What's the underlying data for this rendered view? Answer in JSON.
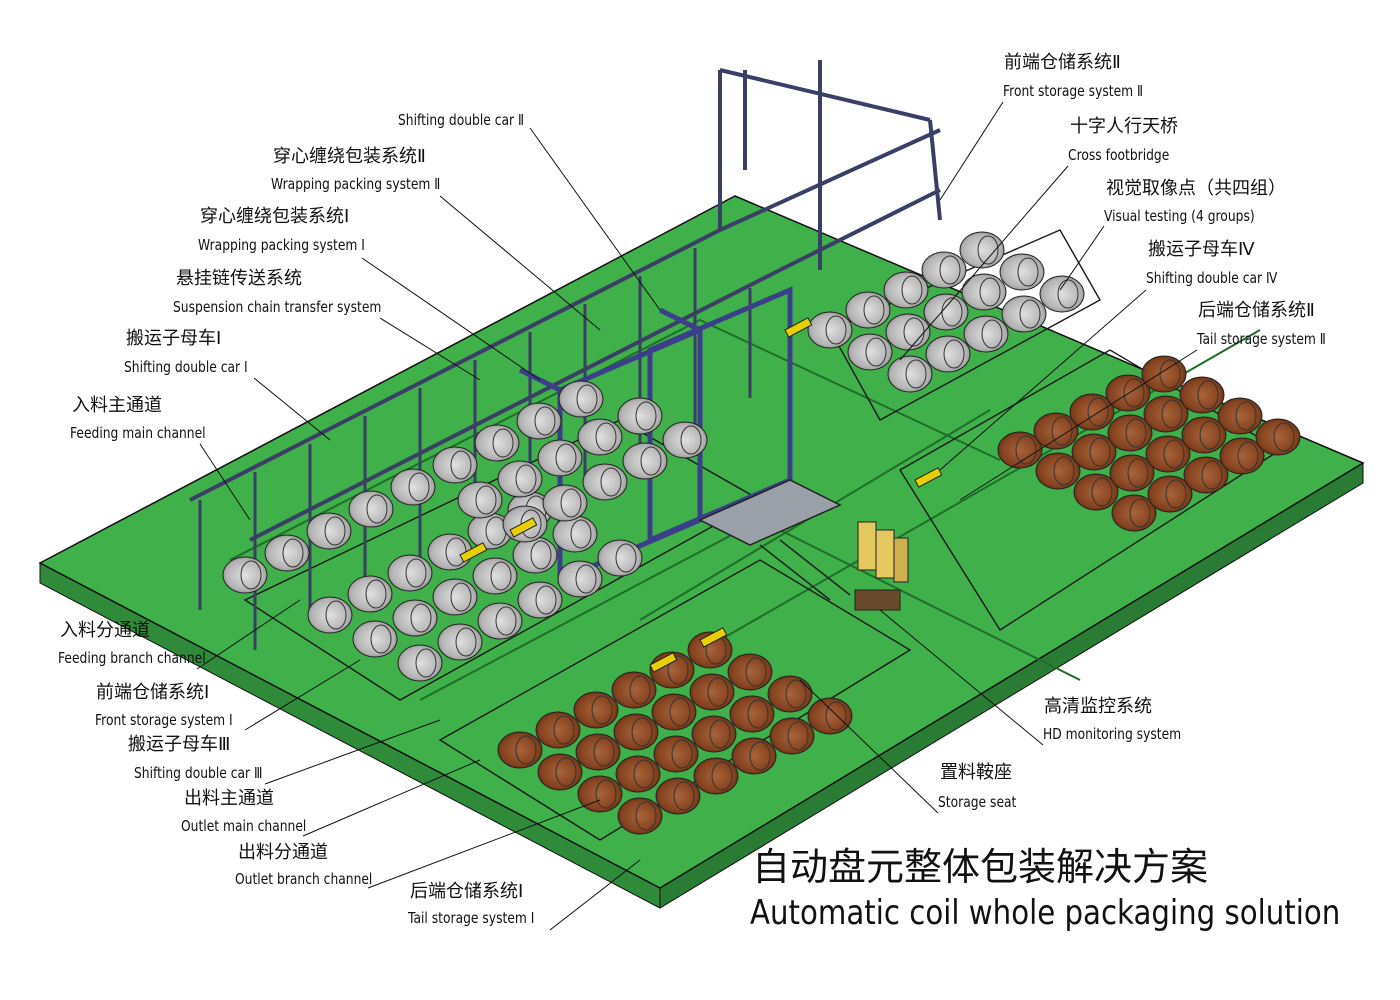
{
  "title": {
    "zh": "自动盘元整体包装解决方案",
    "en": "Automatic coil whole packaging solution"
  },
  "colors": {
    "floor": "#3fb04a",
    "floor_side": "#2f8a3a",
    "line": "#111111",
    "steel": "#4a4f7a",
    "coil_grey": "#b0b0b0",
    "coil_brown": "#8a4a28",
    "yellow": "#e8d000"
  },
  "labels": [
    {
      "id": "shifting-double-car-2",
      "zh": "",
      "en": "Shifting double car Ⅱ"
    },
    {
      "id": "wrapping-packing-system-2",
      "zh": "穿心缠绕包装系统Ⅱ",
      "en": "Wrapping packing system Ⅱ"
    },
    {
      "id": "wrapping-packing-system-1",
      "zh": "穿心缠绕包装系统Ⅰ",
      "en": "Wrapping packing system Ⅰ"
    },
    {
      "id": "suspension-chain-transfer-system",
      "zh": "悬挂链传送系统",
      "en": "Suspension chain transfer system"
    },
    {
      "id": "shifting-double-car-1",
      "zh": "搬运子母车Ⅰ",
      "en": "Shifting double car Ⅰ"
    },
    {
      "id": "feeding-main-channel",
      "zh": "入料主通道",
      "en": "Feeding main channel"
    },
    {
      "id": "feeding-branch-channel",
      "zh": "入料分通道",
      "en": "Feeding branch channel"
    },
    {
      "id": "front-storage-system-1",
      "zh": "前端仓储系统Ⅰ",
      "en": "Front storage system Ⅰ"
    },
    {
      "id": "shifting-double-car-3",
      "zh": "搬运子母车Ⅲ",
      "en": "Shifting double car Ⅲ"
    },
    {
      "id": "outlet-main-channel",
      "zh": "出料主通道",
      "en": "Outlet main channel"
    },
    {
      "id": "outlet-branch-channel",
      "zh": "出料分通道",
      "en": "Outlet branch channel"
    },
    {
      "id": "tail-storage-system-1",
      "zh": "后端仓储系统Ⅰ",
      "en": "Tail storage system Ⅰ"
    },
    {
      "id": "front-storage-system-2",
      "zh": "前端仓储系统Ⅱ",
      "en": "Front storage system Ⅱ"
    },
    {
      "id": "cross-footbridge",
      "zh": "十字人行天桥",
      "en": "Cross footbridge"
    },
    {
      "id": "visual-testing",
      "zh": "视觉取像点（共四组）",
      "en": "Visual testing (4 groups)"
    },
    {
      "id": "shifting-double-car-4",
      "zh": "搬运子母车Ⅳ",
      "en": "Shifting double car Ⅳ"
    },
    {
      "id": "tail-storage-system-2",
      "zh": "后端仓储系统Ⅱ",
      "en": "Tail storage system Ⅱ"
    },
    {
      "id": "hd-monitoring-system",
      "zh": "高清监控系统",
      "en": "HD monitoring system"
    },
    {
      "id": "storage-seat",
      "zh": "置料鞍座",
      "en": "Storage seat"
    }
  ]
}
